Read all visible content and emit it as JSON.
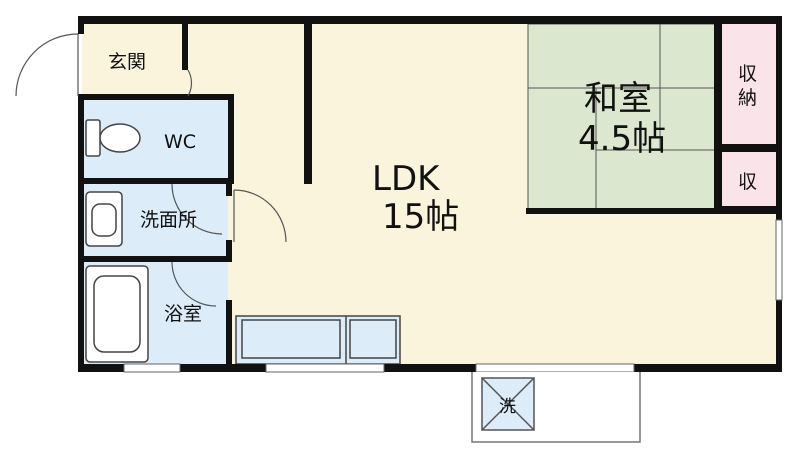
{
  "rooms": {
    "genkan": "玄関",
    "wc": "WC",
    "senmenjo": "洗面所",
    "yokushitsu": "浴室",
    "ldk_name": "LDK",
    "ldk_size": "15帖",
    "washitsu_name": "和室",
    "washitsu_size": "4.5帖",
    "shuno_1": "収",
    "shuno_2": "納",
    "shu_small": "収",
    "sentakuki": "洗"
  },
  "colors": {
    "wall": "#111111",
    "floor": "#fbf4dc",
    "tatami": "#dce7cf",
    "wet": "#dcecf8",
    "storage": "#fbe3ea",
    "balcony": "#ffffff"
  }
}
